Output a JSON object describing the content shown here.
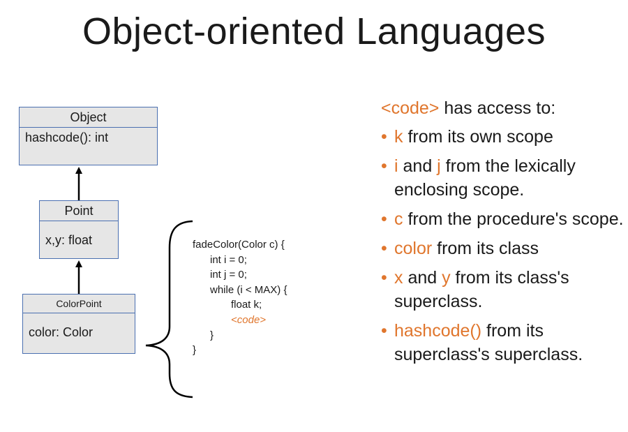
{
  "slide": {
    "title": "Object-oriented Languages"
  },
  "colors": {
    "accent": "#e0762d",
    "uml_border": "#4a6fb0",
    "uml_fill": "#e6e6e6",
    "text": "#1a1a1a"
  },
  "class_diagram": {
    "object": {
      "name": "Object",
      "member": "hashcode(): int"
    },
    "point": {
      "name": "Point",
      "member": "x,y: float"
    },
    "colorpoint": {
      "name": "ColorPoint",
      "member": "color: Color"
    }
  },
  "code": {
    "lines": [
      "fadeColor(Color c) {",
      "int i = 0;",
      "int j = 0;",
      "while (i < MAX) {",
      "float k;",
      "<code>",
      "}",
      "}"
    ]
  },
  "access": {
    "heading_code": "<code>",
    "heading_rest": " has access to:",
    "items": [
      {
        "hl1": "k",
        "t1": " from its own scope"
      },
      {
        "hl1": "i",
        "t1": " and ",
        "hl2": "j",
        "t2": " from the lexically enclosing scope."
      },
      {
        "hl1": "c",
        "t1": " from the procedure's scope."
      },
      {
        "hl1": "color",
        "t1": " from its class"
      },
      {
        "hl1": "x",
        "t1": " and ",
        "hl2": "y",
        "t2": " from its class's superclass."
      },
      {
        "hl1": "hashcode()",
        "t1": " from its superclass's superclass."
      }
    ]
  }
}
